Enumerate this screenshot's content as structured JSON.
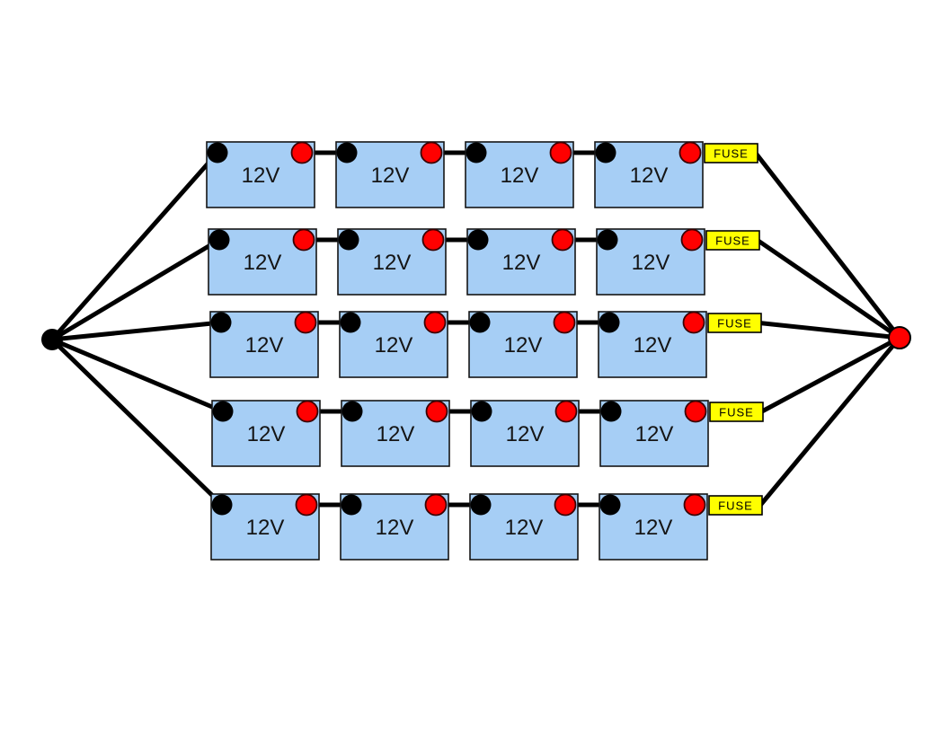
{
  "diagram": {
    "battery_label": "12V",
    "fuse_label": "FUSE",
    "string_count": 5,
    "batteries_per_string": 4,
    "colors": {
      "background": "#FFFFFF",
      "battery_fill": "#A6CEF5",
      "battery_border": "#151515",
      "battery_text": "#151515",
      "fuse_fill": "#FFFF00",
      "fuse_border": "#000000",
      "fuse_text": "#000000",
      "wire": "#000000",
      "negative_terminal": "#000000",
      "positive_terminal": "#FF0000",
      "positive_terminal_outline": "#3A0000"
    }
  }
}
